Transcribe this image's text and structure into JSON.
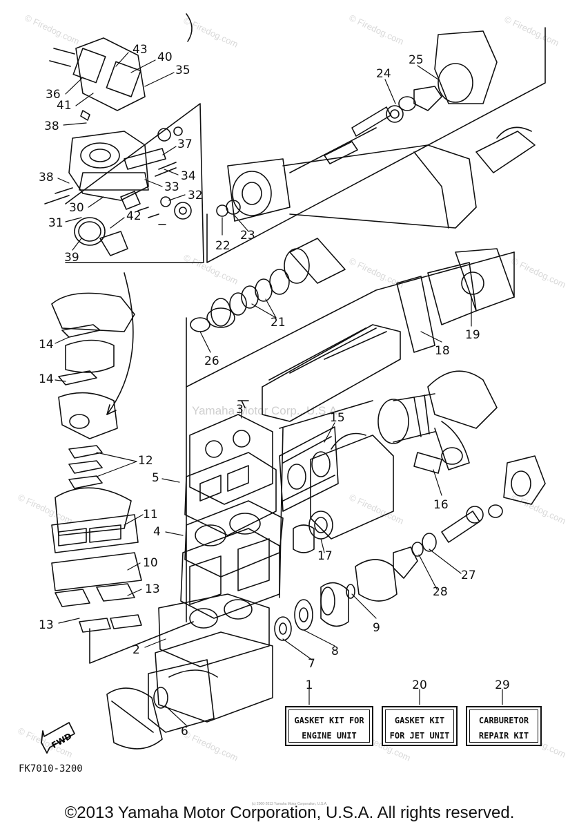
{
  "callouts": [
    {
      "label": "43"
    },
    {
      "label": "40"
    },
    {
      "label": "35"
    },
    {
      "label": "36"
    },
    {
      "label": "41"
    },
    {
      "label": "38"
    },
    {
      "label": "37"
    },
    {
      "label": "38"
    },
    {
      "label": "34"
    },
    {
      "label": "33"
    },
    {
      "label": "32"
    },
    {
      "label": "30"
    },
    {
      "label": "31"
    },
    {
      "label": "42"
    },
    {
      "label": "39"
    },
    {
      "label": "24"
    },
    {
      "label": "25"
    },
    {
      "label": "22"
    },
    {
      "label": "23"
    },
    {
      "label": "21"
    },
    {
      "label": "26"
    },
    {
      "label": "18"
    },
    {
      "label": "19"
    },
    {
      "label": "14"
    },
    {
      "label": "14"
    },
    {
      "label": "3"
    },
    {
      "label": "15"
    },
    {
      "label": "12"
    },
    {
      "label": "5"
    },
    {
      "label": "16"
    },
    {
      "label": "11"
    },
    {
      "label": "4"
    },
    {
      "label": "17"
    },
    {
      "label": "27"
    },
    {
      "label": "10"
    },
    {
      "label": "13"
    },
    {
      "label": "28"
    },
    {
      "label": "13"
    },
    {
      "label": "9"
    },
    {
      "label": "2"
    },
    {
      "label": "8"
    },
    {
      "label": "7"
    },
    {
      "label": "6"
    }
  ],
  "kits": [
    {
      "number": "1",
      "line1": "GASKET KIT FOR",
      "line2": "ENGINE UNIT"
    },
    {
      "number": "20",
      "line1": "GASKET KIT",
      "line2": "FOR JET UNIT"
    },
    {
      "number": "29",
      "line1": "CARBURETOR",
      "line2": "REPAIR KIT"
    }
  ],
  "fwd_label": "FWD",
  "figure_code": "FK7010-3200",
  "copyright": "©2013 Yamaha Motor Corporation, U.S.A. All rights reserved.",
  "small_print": "(c) 2000-2013 Yamaha Motor Corporation, U.S.A.",
  "watermarks": {
    "firedog": "© Firedog.com",
    "firedog_plain": "Firedog.com",
    "yamaha": "Yamaha Motor Corp., U.S.A."
  }
}
